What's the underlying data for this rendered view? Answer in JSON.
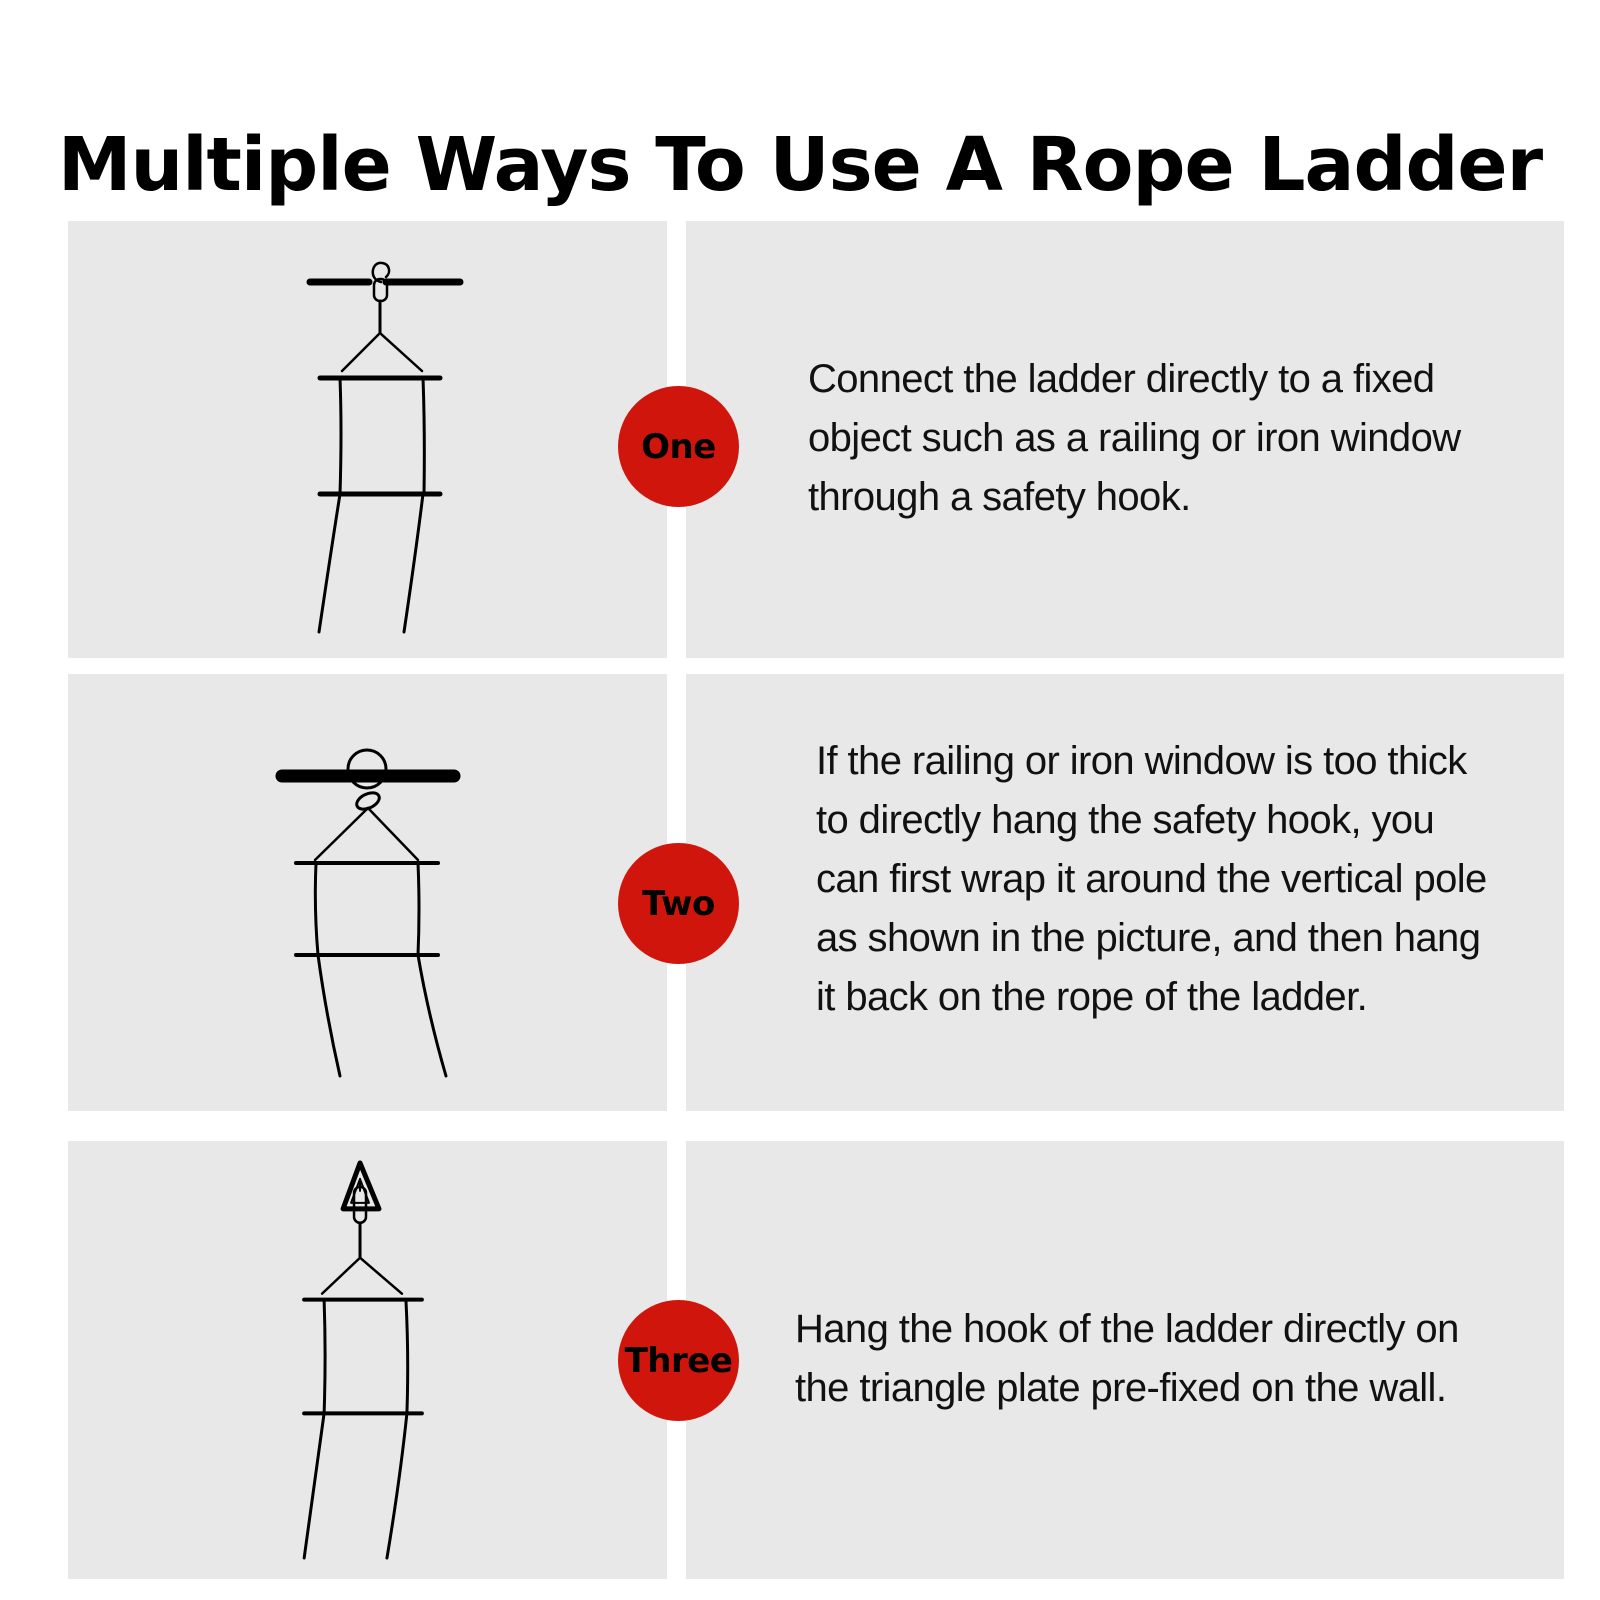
{
  "title": "Multiple Ways To Use A Rope Ladder",
  "steps": [
    {
      "badge": "One",
      "text": "Connect the ladder directly to a fixed\nobject such as a railing or iron window\nthrough a safety hook."
    },
    {
      "badge": "Two",
      "text": "If the railing or iron window is too thick\nto directly hang the safety hook, you\ncan first wrap it around the vertical pole\nas shown in the picture, and then hang\nit back on the rope of the ladder."
    },
    {
      "badge": "Three",
      "text": "Hang the hook of the ladder directly on\nthe triangle plate pre-fixed on the wall."
    }
  ],
  "colors": {
    "panel_bg": "#e8e8e8",
    "badge_red": "#d0160c",
    "ink": "#000000"
  },
  "icons": {
    "step1": "ladder-hooked-on-rail-icon",
    "step2": "ladder-wrapped-on-pole-icon",
    "step3": "ladder-on-triangle-plate-icon"
  }
}
